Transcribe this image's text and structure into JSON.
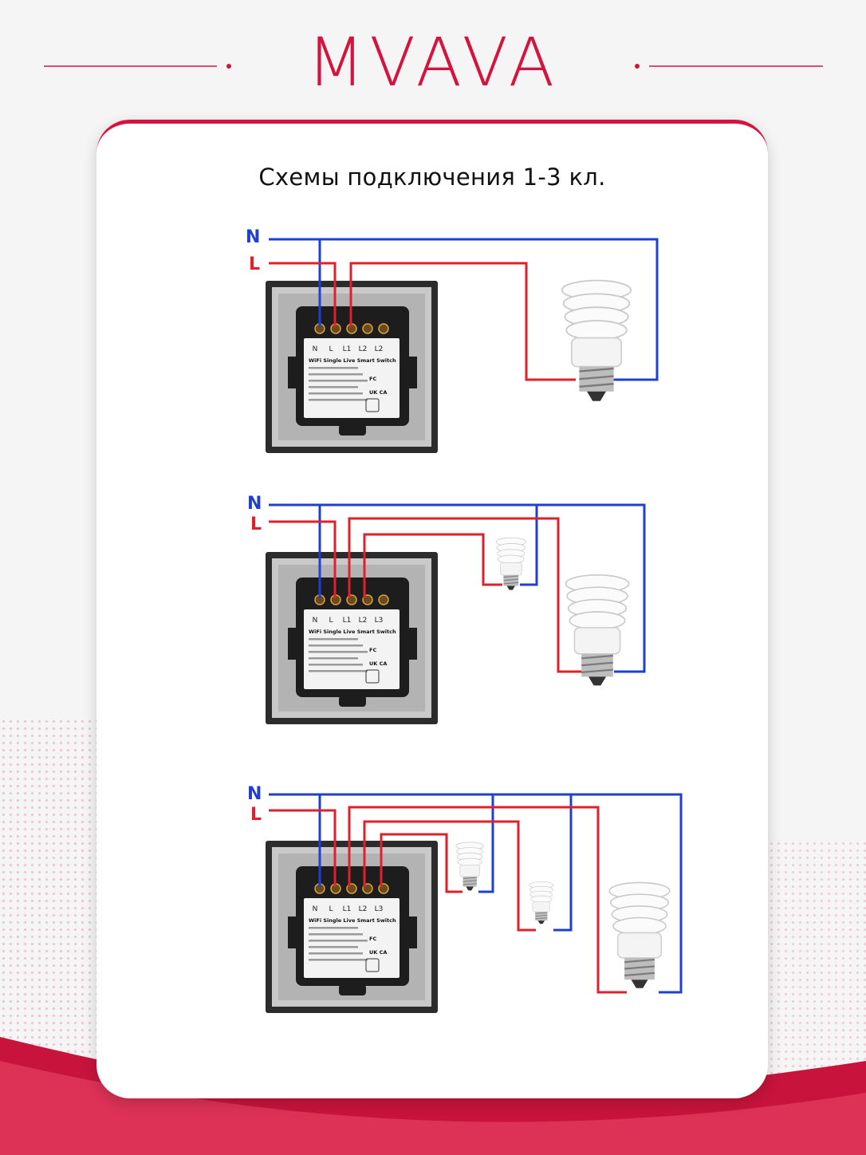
{
  "brand": {
    "logo_text": "MVAVA",
    "color": "#d4143f"
  },
  "title": "Схемы подключения 1-3 кл.",
  "colors": {
    "neutral": "#1f3fd1",
    "live": "#e0202a"
  },
  "wire_labels": {
    "neutral": "N",
    "live": "L"
  },
  "terminal_sets": [
    [
      "N",
      "L",
      "L1",
      "L2",
      "L2"
    ],
    [
      "N",
      "L",
      "L1",
      "L2",
      "L3"
    ],
    [
      "N",
      "L",
      "L1",
      "L2",
      "L3"
    ]
  ],
  "module_title": "WiFi Single Live Smart Switch",
  "certifications": [
    "FC",
    "UK CA"
  ],
  "diagrams": [
    {
      "gangs": 1,
      "lamps": 1
    },
    {
      "gangs": 2,
      "lamps": 2
    },
    {
      "gangs": 3,
      "lamps": 3
    }
  ]
}
